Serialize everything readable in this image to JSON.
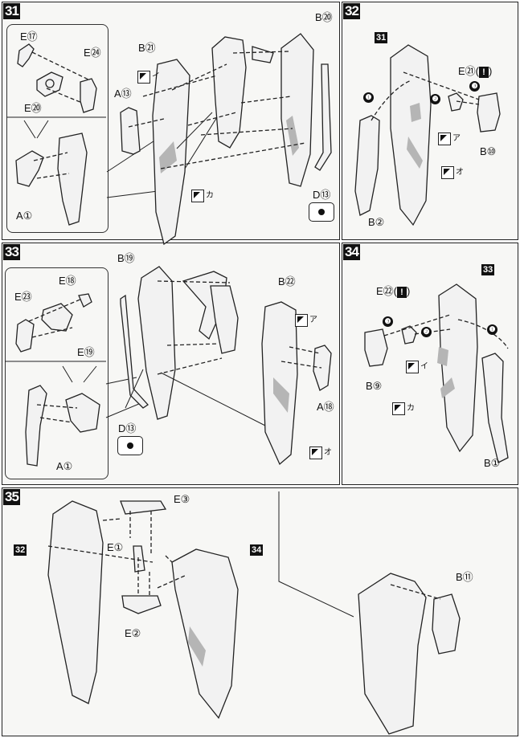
{
  "steps": [
    {
      "number": "31",
      "labels": {
        "e17": "E⑰",
        "e24": "E㉔",
        "e20": "E⑳",
        "a1": "A①",
        "b21": "B㉑",
        "a13": "A⑬",
        "b20": "B⑳",
        "d13": "D⑬"
      },
      "tags": {
        "t1": "イ",
        "t2": "カ"
      }
    },
    {
      "number": "32",
      "labels": {
        "ref": "31",
        "e21": "E㉑",
        "b10": "B⑩",
        "b2": "B②"
      },
      "tags": {
        "t1": "ア",
        "t2": "オ"
      },
      "steps_marks": {
        "n1": "❶",
        "n2": "❷",
        "n3": "❸"
      },
      "warn": "!"
    },
    {
      "number": "33",
      "labels": {
        "e23": "E㉓",
        "e18a": "E⑱",
        "e19": "E⑲",
        "a1": "A①",
        "b19": "B⑲",
        "d13": "D⑬",
        "b22": "B㉒",
        "a18": "A⑱"
      },
      "tags": {
        "t1": "ア",
        "t2": "オ"
      }
    },
    {
      "number": "34",
      "labels": {
        "ref": "33",
        "e22": "E㉒",
        "b9": "B⑨",
        "b1": "B①"
      },
      "tags": {
        "t1": "イ",
        "t2": "カ"
      },
      "steps_marks": {
        "n1": "❶",
        "n2": "❷",
        "n3": "❸"
      },
      "warn": "!"
    },
    {
      "number": "35",
      "labels": {
        "ref32": "32",
        "ref34": "34",
        "e3": "E③",
        "e1": "E①",
        "e2": "E②",
        "b11": "B⑪"
      }
    }
  ]
}
